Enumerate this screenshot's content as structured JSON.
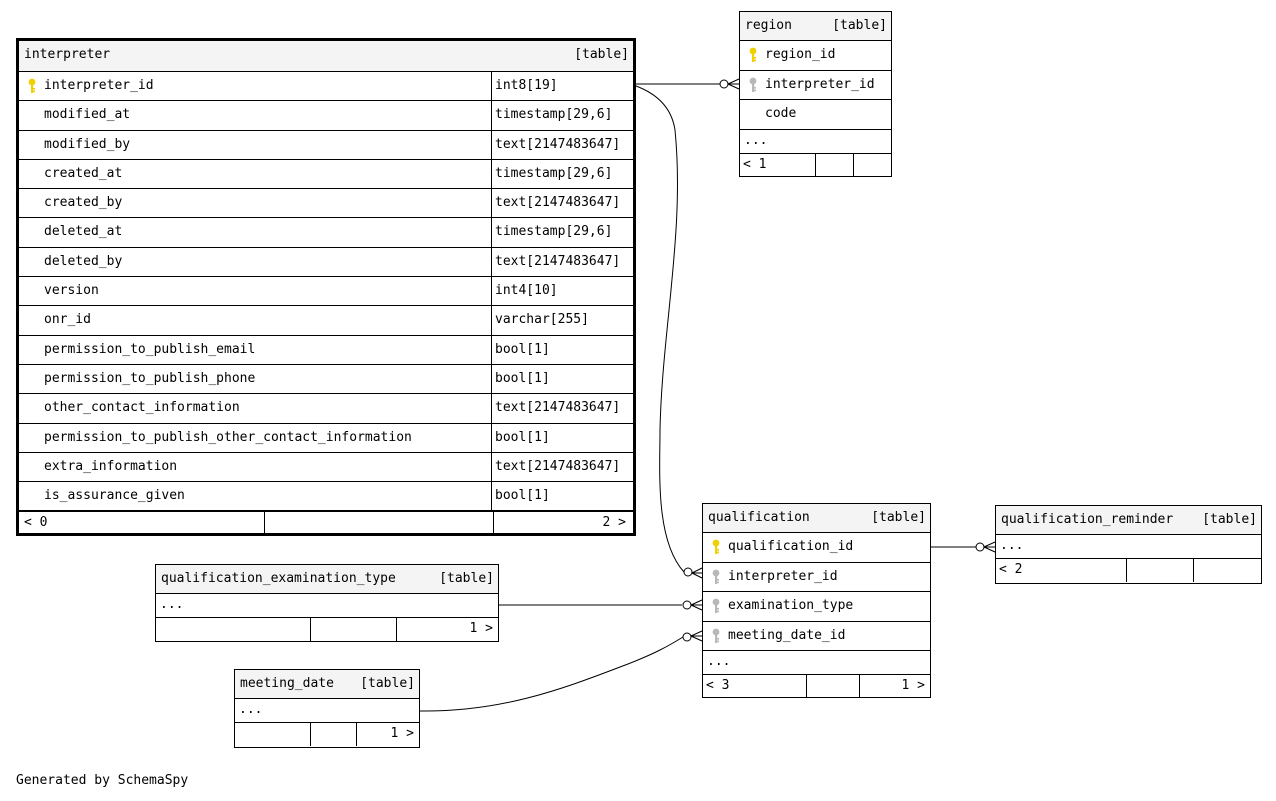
{
  "footer_text": "Generated by SchemaSpy",
  "colors": {
    "pk_key": "#f0d000",
    "fk_key": "#b8b8b8",
    "header_bg": "#f4f4f4",
    "line": "#000000"
  },
  "tables": {
    "interpreter": {
      "name": "interpreter",
      "kind": "[table]",
      "columns": [
        {
          "name": "interpreter_id",
          "type": "int8[19]",
          "key": "pk"
        },
        {
          "name": "modified_at",
          "type": "timestamp[29,6]"
        },
        {
          "name": "modified_by",
          "type": "text[2147483647]"
        },
        {
          "name": "created_at",
          "type": "timestamp[29,6]"
        },
        {
          "name": "created_by",
          "type": "text[2147483647]"
        },
        {
          "name": "deleted_at",
          "type": "timestamp[29,6]"
        },
        {
          "name": "deleted_by",
          "type": "text[2147483647]"
        },
        {
          "name": "version",
          "type": "int4[10]"
        },
        {
          "name": "onr_id",
          "type": "varchar[255]"
        },
        {
          "name": "permission_to_publish_email",
          "type": "bool[1]"
        },
        {
          "name": "permission_to_publish_phone",
          "type": "bool[1]"
        },
        {
          "name": "other_contact_information",
          "type": "text[2147483647]"
        },
        {
          "name": "permission_to_publish_other_contact_information",
          "type": "bool[1]"
        },
        {
          "name": "extra_information",
          "type": "text[2147483647]"
        },
        {
          "name": "is_assurance_given",
          "type": "bool[1]"
        }
      ],
      "footer_left": "< 0",
      "footer_right": "2 >"
    },
    "region": {
      "name": "region",
      "kind": "[table]",
      "columns": [
        {
          "name": "region_id",
          "key": "pk"
        },
        {
          "name": "interpreter_id",
          "key": "fk"
        },
        {
          "name": "code"
        }
      ],
      "ellipsis": "...",
      "footer_left": "< 1",
      "footer_right": ""
    },
    "qualification": {
      "name": "qualification",
      "kind": "[table]",
      "columns": [
        {
          "name": "qualification_id",
          "key": "pk"
        },
        {
          "name": "interpreter_id",
          "key": "fk"
        },
        {
          "name": "examination_type",
          "key": "fk"
        },
        {
          "name": "meeting_date_id",
          "key": "fk"
        }
      ],
      "ellipsis": "...",
      "footer_left": "< 3",
      "footer_right": "1 >"
    },
    "qualification_reminder": {
      "name": "qualification_reminder",
      "kind": "[table]",
      "ellipsis": "...",
      "footer_left": "< 2",
      "footer_right": ""
    },
    "qualification_examination_type": {
      "name": "qualification_examination_type",
      "kind": "[table]",
      "ellipsis": "...",
      "footer_left": "",
      "footer_right": "1 >"
    },
    "meeting_date": {
      "name": "meeting_date",
      "kind": "[table]",
      "ellipsis": "...",
      "footer_left": "",
      "footer_right": "1 >"
    }
  }
}
